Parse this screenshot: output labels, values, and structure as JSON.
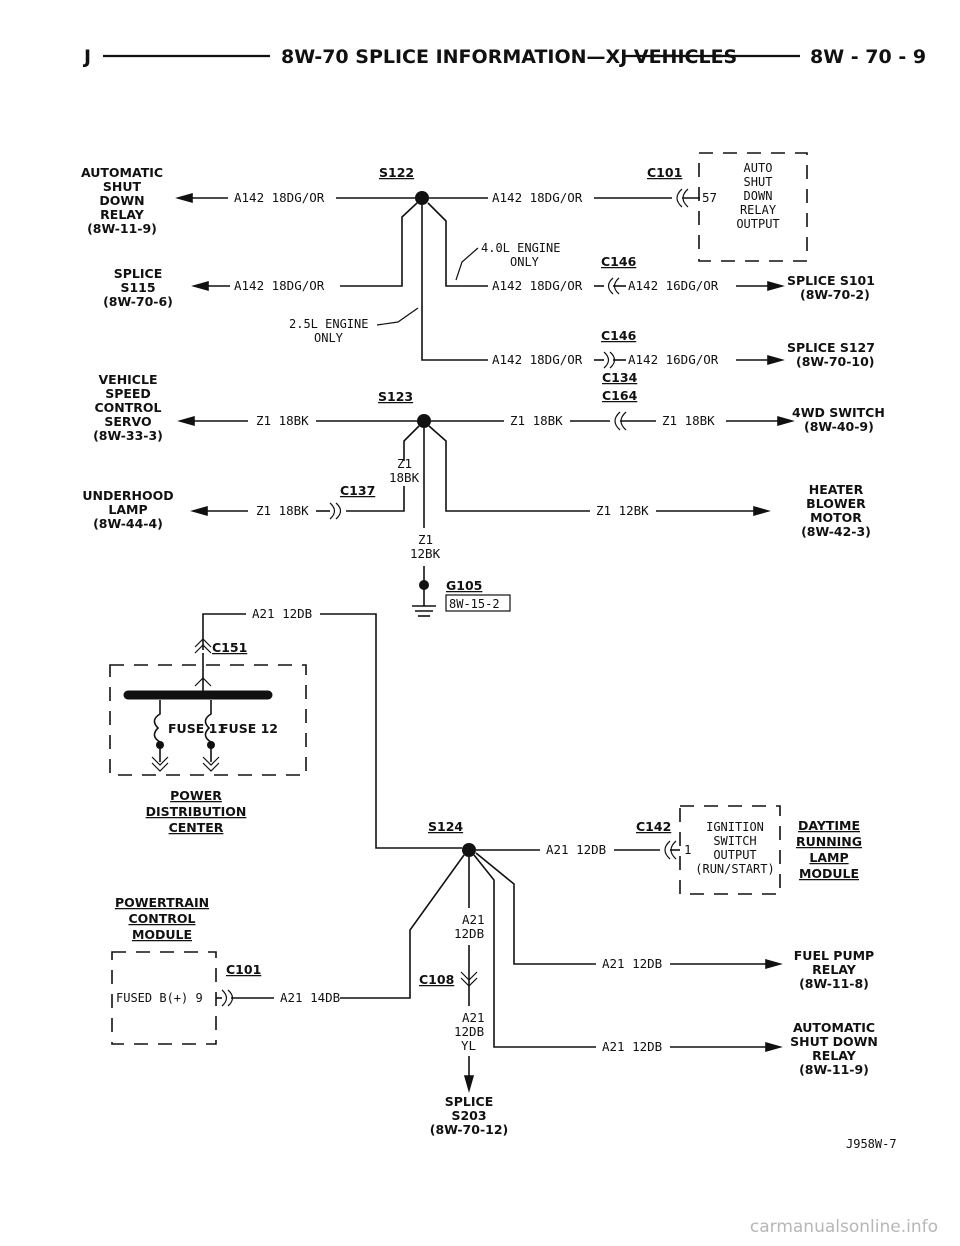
{
  "header": {
    "left": "J",
    "title": "8W-70 SPLICE INFORMATION—XJ VEHICLES",
    "page": "8W - 70 - 9"
  },
  "components": {
    "asd_relay_top": [
      "AUTOMATIC",
      "SHUT",
      "DOWN",
      "RELAY",
      "(8W-11-9)"
    ],
    "asd_output_box": [
      "AUTO",
      "SHUT",
      "DOWN",
      "RELAY",
      "OUTPUT"
    ],
    "splice_s115": [
      "SPLICE",
      "S115",
      "(8W-70-6)"
    ],
    "splice_s101": [
      "SPLICE S101",
      "(8W-70-2)"
    ],
    "splice_s127": [
      "SPLICE S127",
      "(8W-70-10)"
    ],
    "vss": [
      "VEHICLE",
      "SPEED",
      "CONTROL",
      "SERVO",
      "(8W-33-3)"
    ],
    "fwd_switch": [
      "4WD SWITCH",
      "(8W-40-9)"
    ],
    "underhood_lamp": [
      "UNDERHOOD",
      "LAMP",
      "(8W-44-4)"
    ],
    "heater_motor": [
      "HEATER",
      "BLOWER",
      "MOTOR",
      "(8W-42-3)"
    ],
    "power_dist": [
      "POWER",
      "DISTRIBUTION",
      "CENTER"
    ],
    "fuse11": "FUSE 11",
    "fuse12": "FUSE 12",
    "pcm": [
      "POWERTRAIN",
      "CONTROL",
      "MODULE"
    ],
    "fused_b": "FUSED B(+) 9",
    "ign_switch_box": [
      "IGNITION",
      "SWITCH",
      "OUTPUT",
      "(RUN/START)"
    ],
    "drl": [
      "DAYTIME",
      "RUNNING",
      "LAMP",
      "MODULE"
    ],
    "fuel_pump": [
      "FUEL PUMP",
      "RELAY",
      "(8W-11-8)"
    ],
    "asd_relay_bottom": [
      "AUTOMATIC",
      "SHUT DOWN",
      "RELAY",
      "(8W-11-9)"
    ],
    "splice_s203": [
      "SPLICE",
      "S203",
      "(8W-70-12)"
    ]
  },
  "splices": {
    "s122": "S122",
    "s123": "S123",
    "s124": "S124"
  },
  "connectors": {
    "c101_top": "C101",
    "pin57": "57",
    "c146a": "C146",
    "c146b": "C146",
    "c134": "C134",
    "c164": "C164",
    "c137": "C137",
    "g105": "G105",
    "g105_ref": "8W-15-2",
    "c151": "C151",
    "c142": "C142",
    "pin1": "1",
    "c101_bottom": "C101",
    "c108": "C108"
  },
  "notes": {
    "engine_40": [
      "4.0L ENGINE",
      "ONLY"
    ],
    "engine_25": [
      "2.5L ENGINE",
      "ONLY"
    ]
  },
  "wires": {
    "w_a142_18dg": "A142 18DG/OR",
    "w_a142_16dg": "A142 16DG/OR",
    "w_z1_18bk": "Z1 18BK",
    "w_z1": "Z1",
    "w_18bk": "18BK",
    "w_12bk": "12BK",
    "w_z1_12bk": "Z1 12BK",
    "w_a21_12db": "A21 12DB",
    "w_a21_14db": "A21 14DB",
    "w_a21": "A21",
    "w_12db": "12DB",
    "w_yl": "YL"
  },
  "figure_id": "J958W-7",
  "watermark": "carmanualsonline.info"
}
